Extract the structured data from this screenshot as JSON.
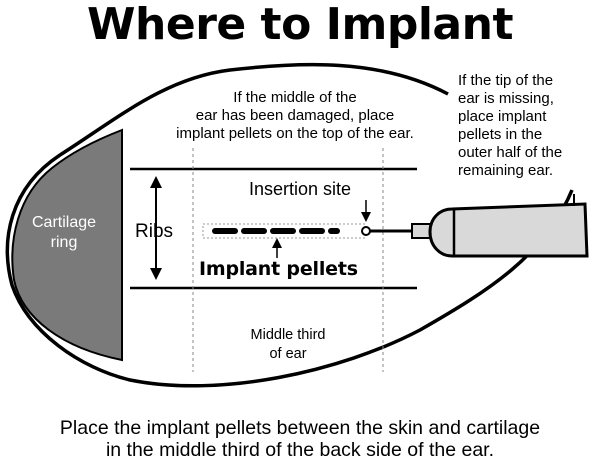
{
  "title": "Where to Implant",
  "labels": {
    "cartilage_ring": [
      "Cartilage",
      "ring"
    ],
    "ribs": "Ribs",
    "insertion_site": "Insertion site",
    "implant_pellets": "Implant pellets",
    "middle_third": [
      "Middle third",
      "of ear"
    ]
  },
  "notes": {
    "top": [
      "If the middle of the",
      "ear has been damaged, place",
      "implant pellets on the top of the ear."
    ],
    "tip": [
      "If the tip of the",
      "ear is missing,",
      "place implant",
      "pellets in the",
      "outer half of the",
      "remaining ear."
    ]
  },
  "caption": [
    "Place the implant pellets between the skin and cartilage",
    "in the middle third of the back side of the ear."
  ],
  "colors": {
    "cartilage_fill": "#7a7a7a",
    "implanter_fill": "#d9d9d9",
    "outline": "#000000"
  }
}
